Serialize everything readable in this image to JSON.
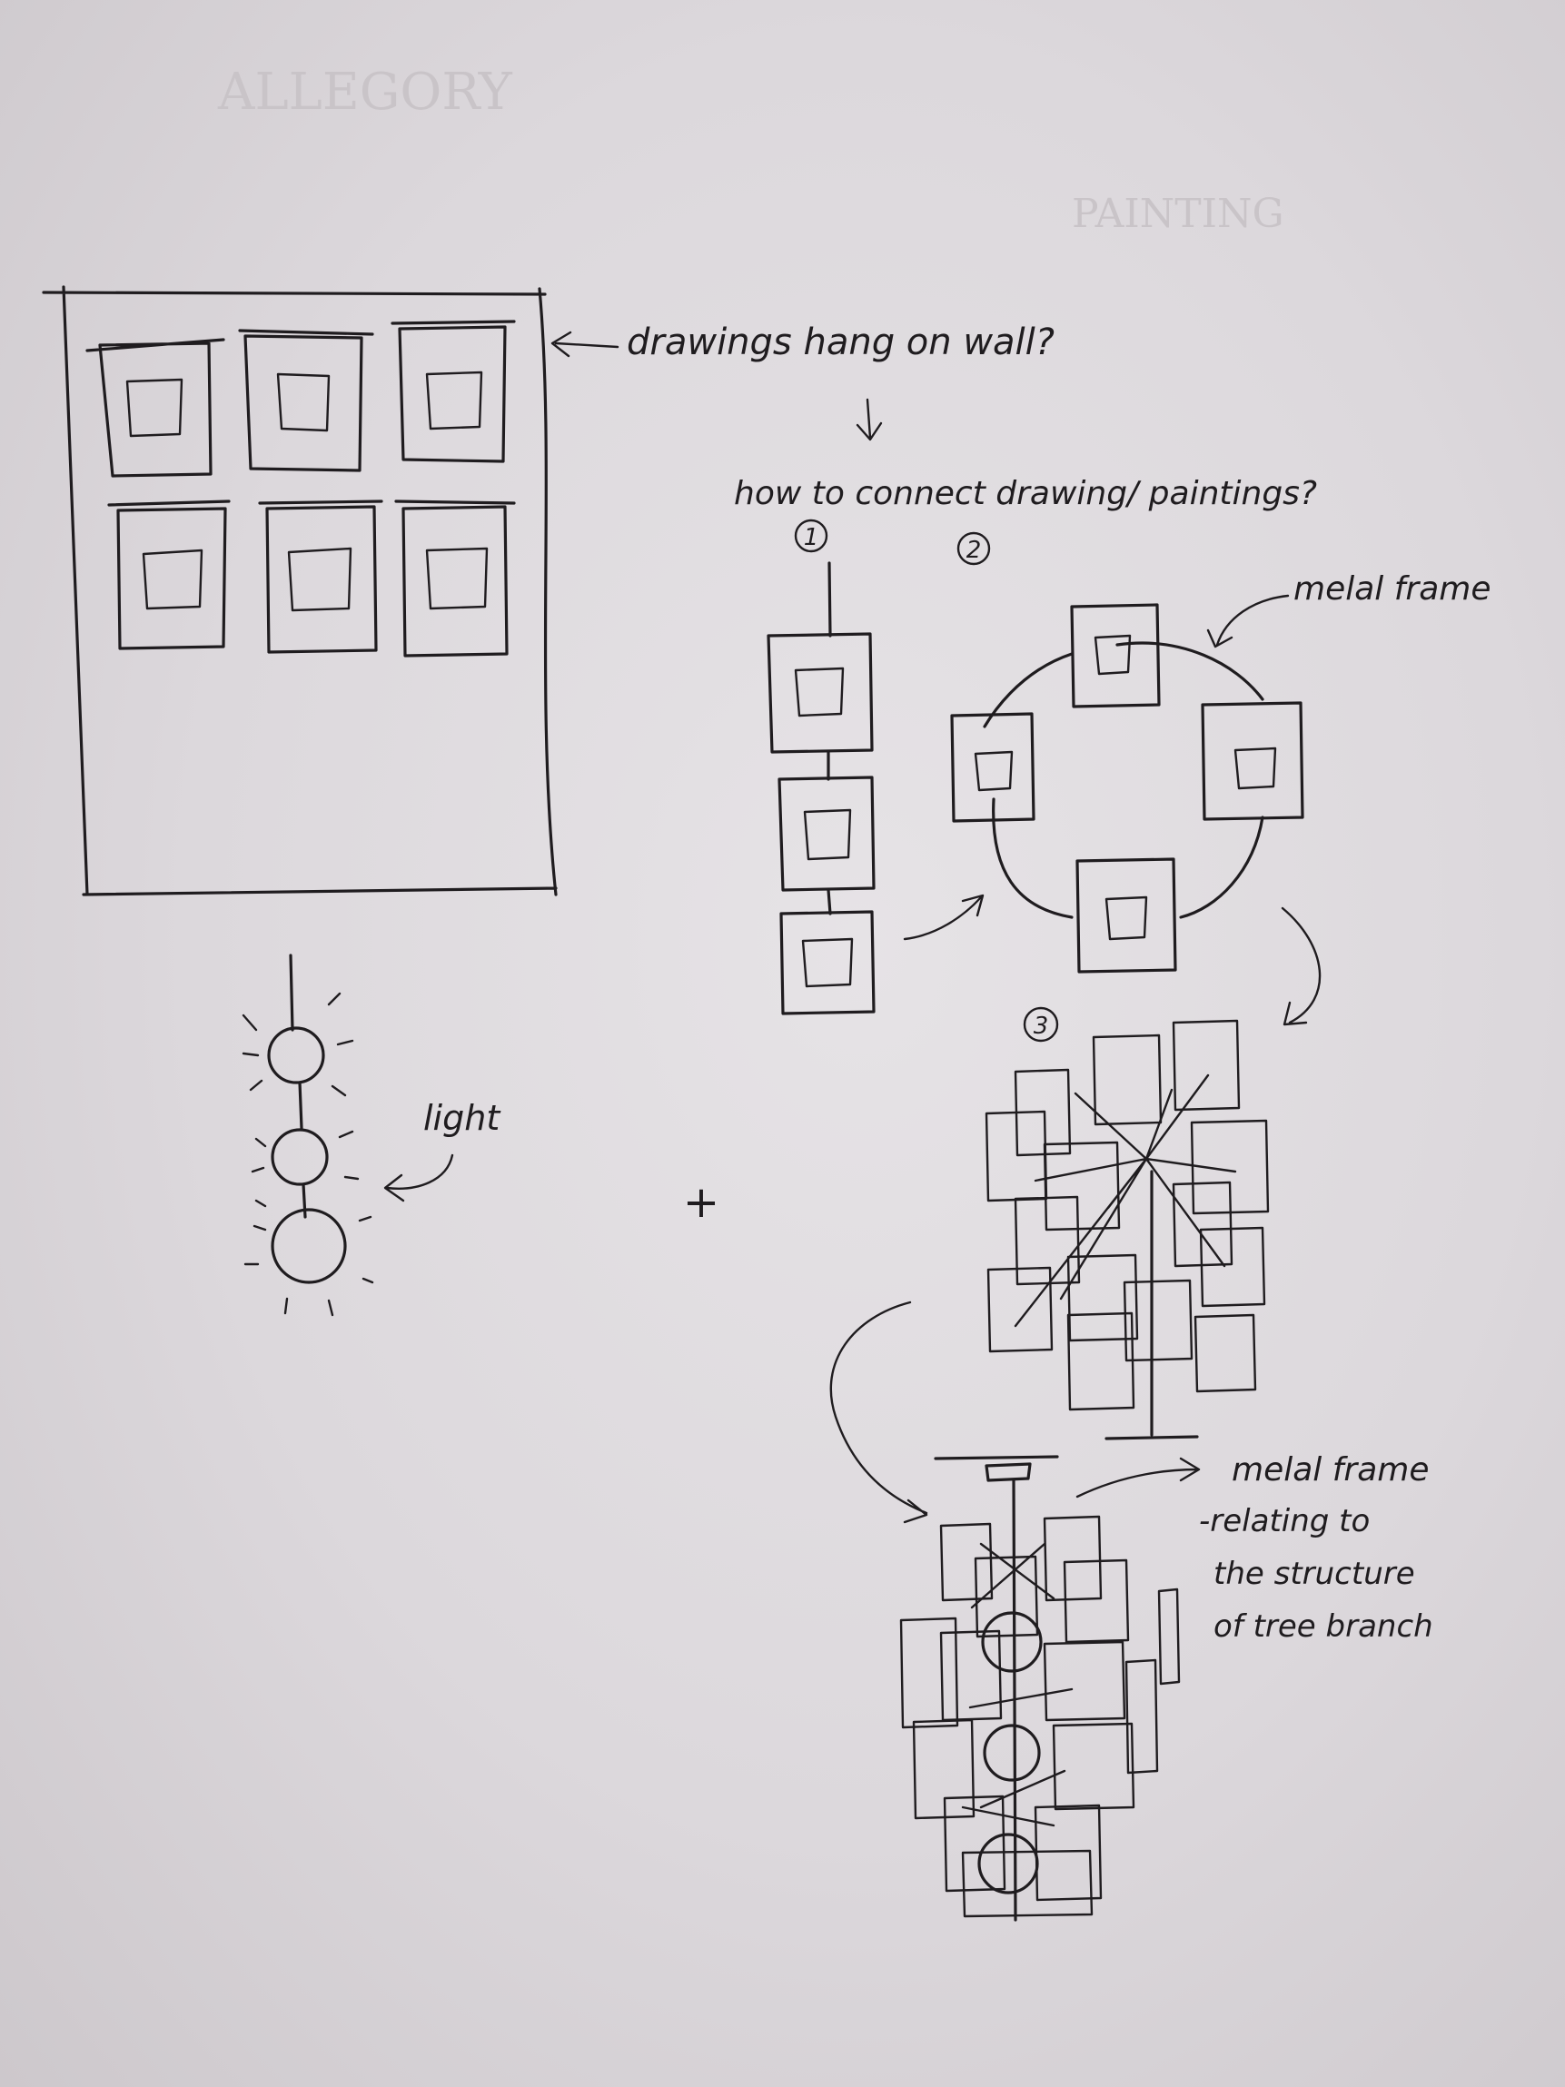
{
  "ghost_text": [
    "ALLEGORY",
    "PAINTING"
  ],
  "annotations": {
    "wall": "drawings hang on wall?",
    "question": "how to connect drawing/ paintings?",
    "option_1": "1",
    "option_2": "2",
    "option_3": "3",
    "metal_frame_top": "melal frame",
    "light": "light",
    "metal_frame_bottom": "melal frame",
    "note_line_1": "-relating to",
    "note_line_2": "the structure",
    "note_line_3": "of tree branch",
    "plus": "+"
  },
  "colors": {
    "ink": "#1f1c1f",
    "paper": "#dcd8dc"
  }
}
